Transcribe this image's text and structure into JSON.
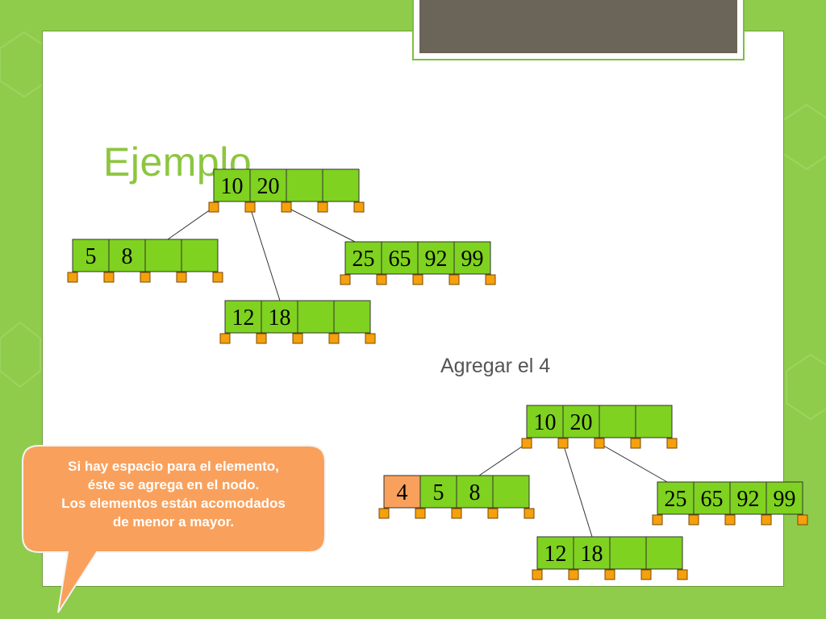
{
  "slide": {
    "title": "Ejemplo",
    "caption": "Agregar el 4",
    "callout": {
      "lines": [
        "Si hay espacio para el elemento,",
        "éste se agrega en el nodo.",
        "Los elementos están acomodados",
        "de menor a mayor."
      ]
    }
  },
  "colors": {
    "background": "#8fcc4c",
    "title": "#8cc63f",
    "node_cell": "#7fd21f",
    "highlight_cell": "#f9a15c",
    "pointer": "#f5a00c",
    "callout": "#f9a15c",
    "frame_dark": "#6b6458"
  },
  "tree_before": {
    "root": [
      "10",
      "20",
      "",
      ""
    ],
    "children": [
      [
        "5",
        "8",
        "",
        ""
      ],
      [
        "12",
        "18",
        "",
        ""
      ],
      [
        "25",
        "65",
        "92",
        "99"
      ]
    ]
  },
  "tree_after": {
    "root": [
      "10",
      "20",
      "",
      ""
    ],
    "children": [
      [
        "4",
        "5",
        "8",
        ""
      ],
      [
        "12",
        "18",
        "",
        ""
      ],
      [
        "25",
        "65",
        "92",
        "99"
      ]
    ],
    "highlighted_key": "4"
  }
}
